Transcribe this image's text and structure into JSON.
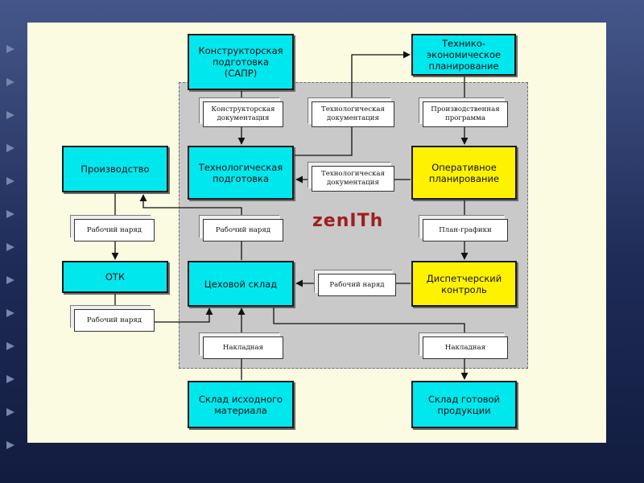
{
  "logo": "zenITh",
  "blocks": {
    "cad": "Конструкторская\nподготовка\n(САПР)",
    "tech_econ": "Технико-\nэкономическое\nпланирование",
    "production": "Производство",
    "tech_prep": "Технологическая\nподготовка",
    "operational": "Оперативное\nпланирование",
    "otk": "ОТК",
    "shop_warehouse": "Цеховой склад",
    "dispatch": "Диспетчерский\nконтроль",
    "raw_warehouse": "Склад исходного\nматериала",
    "finished_warehouse": "Склад готовой\nпродукции"
  },
  "documents": {
    "design_docs": "Конструкторская\nдокументация",
    "tech_docs_top": "Технологическая\nдокументация",
    "production_program": "Производственная\nпрограмма",
    "tech_docs_mid": "Технологическая\nдокументация",
    "work_order_prod": "Рабочий наряд",
    "work_order_shop": "Рабочий наряд",
    "schedules": "План-графики",
    "work_order_dispatch": "Рабочий наряд",
    "work_order_otk": "Рабочий наряд",
    "invoice_left": "Накладная",
    "invoice_right": "Накладная"
  },
  "colors": {
    "background": "#1e2b57",
    "slide": "#fbfbe2",
    "zone": "#c9c9c9",
    "cyan_block": "#00e8ee",
    "yellow_block": "#fff200",
    "logo": "#9e1f1f"
  }
}
